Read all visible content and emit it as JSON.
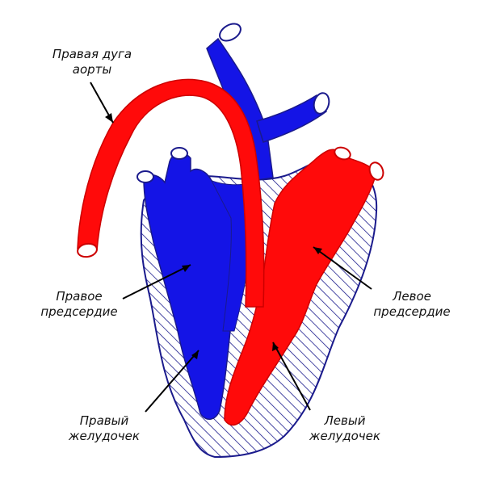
{
  "colors": {
    "venous": "#1414e6",
    "arterial": "#ff0a0a",
    "outline": "#1a1a8c",
    "hatch": "#1a1a8c",
    "background": "#ffffff"
  },
  "labels": {
    "aortic_arch": {
      "line1": "Правая дуга",
      "line2": "аорты"
    },
    "right_atrium": {
      "line1": "Правое",
      "line2": "предсердие"
    },
    "left_atrium": {
      "line1": "Левое",
      "line2": "предсердие"
    },
    "right_ventricle": {
      "line1": "Правый",
      "line2": "желудочек"
    },
    "left_ventricle": {
      "line1": "Левый",
      "line2": "желудочек"
    }
  }
}
